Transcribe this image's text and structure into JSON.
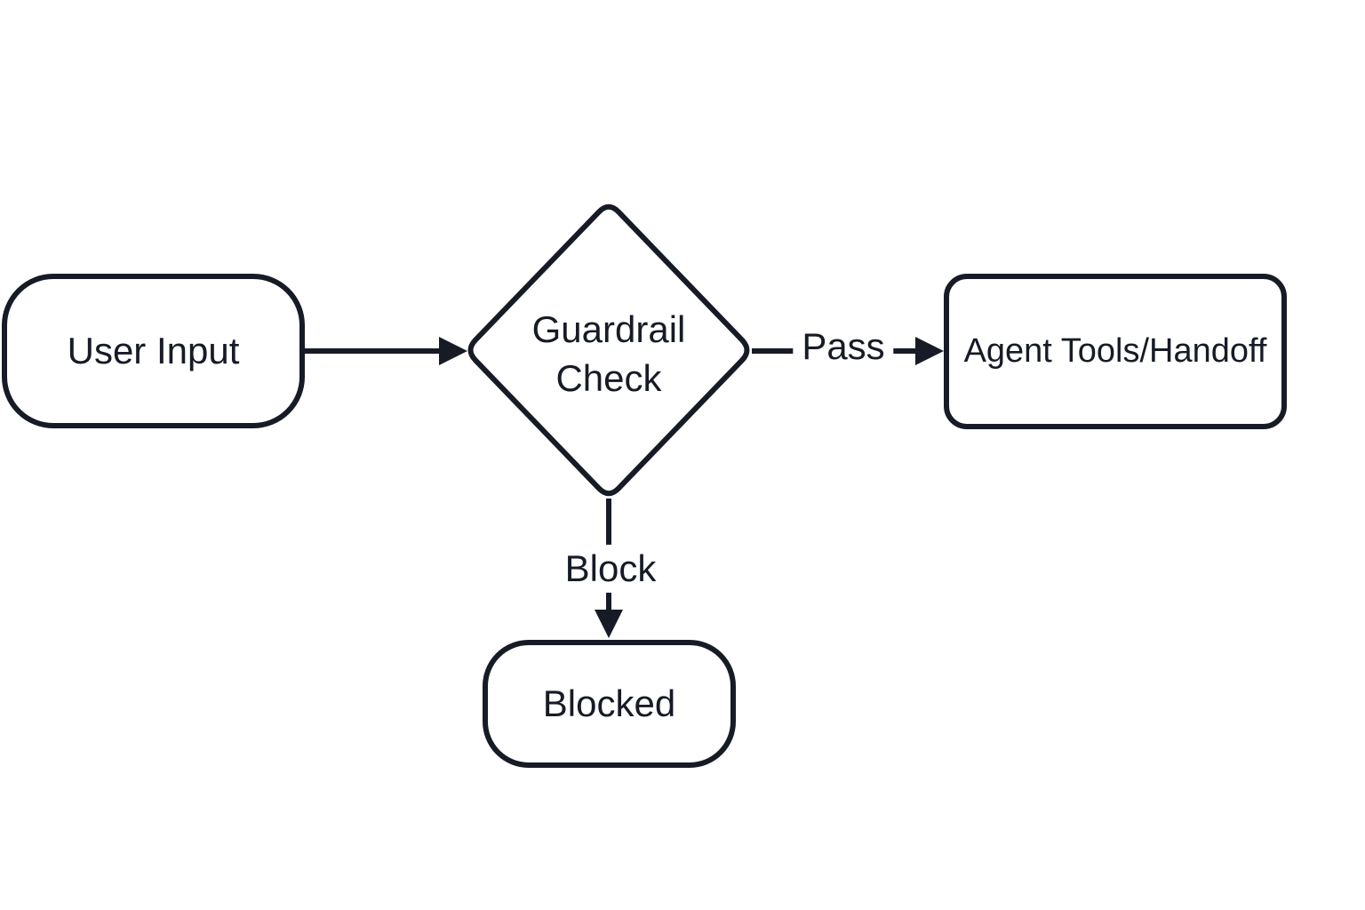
{
  "diagram": {
    "colors": {
      "stroke": "#161b26",
      "text": "#161b26",
      "bg": "#ffffff"
    },
    "nodes": [
      {
        "id": "user-input",
        "label": "User Input",
        "shape": "rounded-rectangle"
      },
      {
        "id": "guardrail-check",
        "label": "Guardrail\nCheck",
        "shape": "diamond"
      },
      {
        "id": "agent-tools-handoff",
        "label": "Agent Tools/Handoff",
        "shape": "rounded-rectangle"
      },
      {
        "id": "blocked",
        "label": "Blocked",
        "shape": "rounded-rectangle"
      }
    ],
    "edges": [
      {
        "from": "user-input",
        "to": "guardrail-check",
        "label": ""
      },
      {
        "from": "guardrail-check",
        "to": "agent-tools-handoff",
        "label": "Pass"
      },
      {
        "from": "guardrail-check",
        "to": "blocked",
        "label": "Block"
      }
    ]
  }
}
